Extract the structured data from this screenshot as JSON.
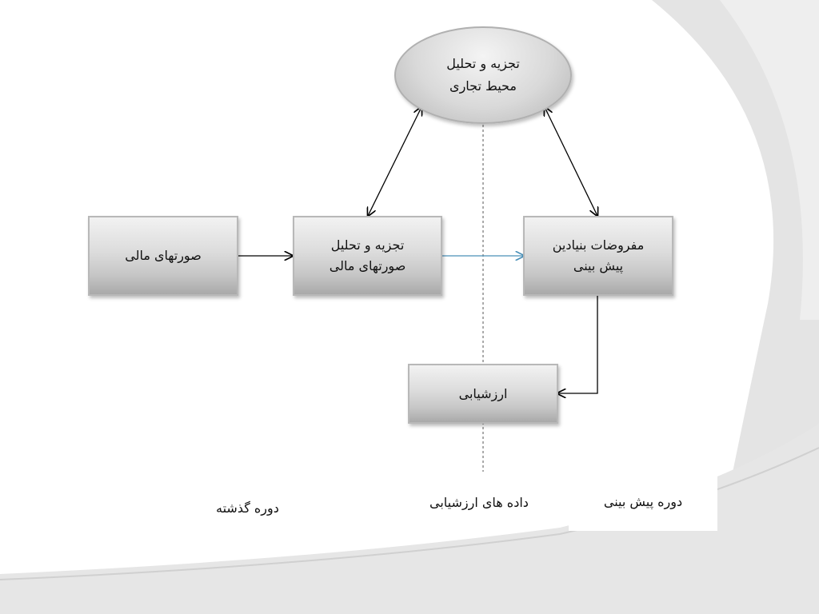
{
  "nodes": {
    "environment_analysis": {
      "line1": "تجزیه و تحلیل",
      "line2": "محیط تجاری"
    },
    "financial_statements": {
      "label": "صورتهای مالی"
    },
    "statements_analysis": {
      "line1": "تجزیه و تحلیل",
      "line2": "صورتهای مالی"
    },
    "forecast_assumptions": {
      "line1": "مفروضات بنیادین",
      "line2": "پیش بینی"
    },
    "evaluation": {
      "label": "ارزشیابی"
    }
  },
  "period_labels": {
    "past": "دوره گذشته",
    "evaluation_data": "داده های ارزشیابی",
    "forecast": "دوره پیش بینی"
  },
  "colors": {
    "arrow_dark": "#000000",
    "arrow_blue": "#4a90b8",
    "divider": "#555555",
    "background_curve": "#e6e6e6"
  }
}
